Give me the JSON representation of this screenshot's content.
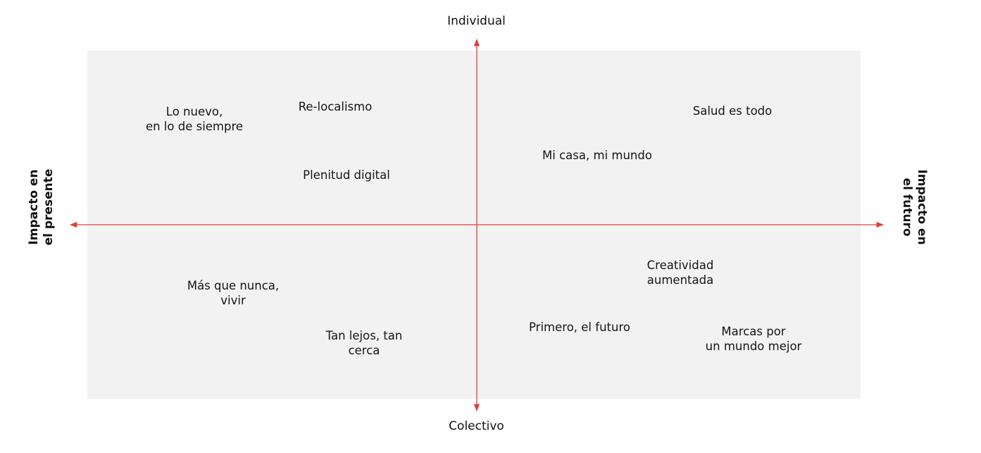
{
  "axes": {
    "top": "Individual",
    "bottom": "Colectivo",
    "left": "Impacto en el presente",
    "right": "Impacto en el futuro",
    "color": "#e0403a"
  },
  "quadrant_background": "#f2f2f2",
  "trends": [
    {
      "id": "lo-nuevo",
      "label": "Lo nuevo,\nen lo de siempre"
    },
    {
      "id": "re-localismo",
      "label": "Re-localismo"
    },
    {
      "id": "plenitud-digital",
      "label": "Plenitud digital"
    },
    {
      "id": "salud-es-todo",
      "label": "Salud es todo"
    },
    {
      "id": "mi-casa",
      "label": "Mi casa, mi mundo"
    },
    {
      "id": "creatividad",
      "label": "Creatividad\naumentada"
    },
    {
      "id": "mas-que-nunca",
      "label": "Más que nunca,\nvivir"
    },
    {
      "id": "tan-lejos",
      "label": "Tan lejos, tan\ncerca"
    },
    {
      "id": "primero-futuro",
      "label": "Primero, el futuro"
    },
    {
      "id": "marcas",
      "label": "Marcas por\nun mundo mejor"
    }
  ]
}
